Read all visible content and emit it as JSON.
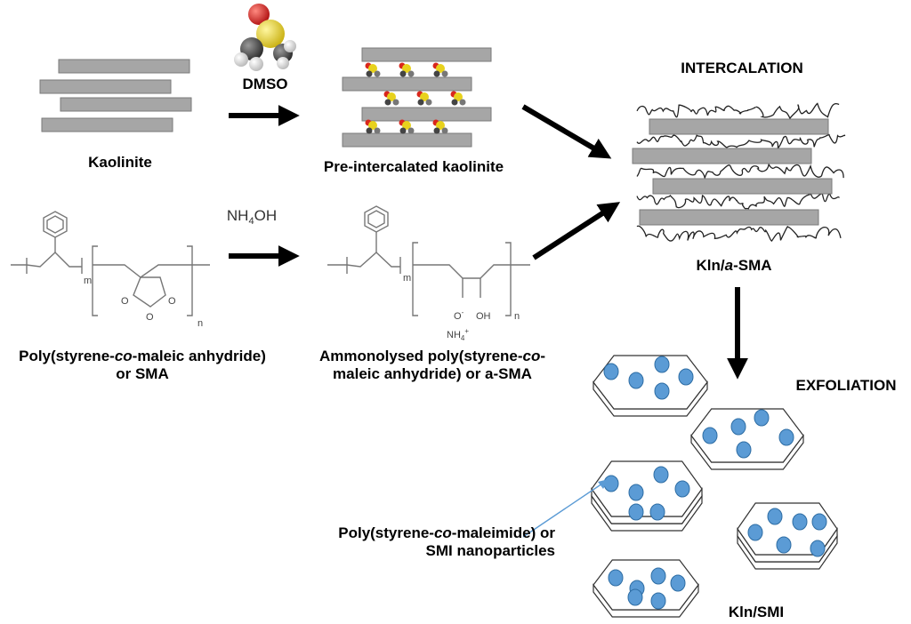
{
  "labels": {
    "dmso": "DMSO",
    "kaolinite": "Kaolinite",
    "pre_intercalated": "Pre-intercalated kaolinite",
    "intercalation": "INTERCALATION",
    "kln_asma_pre": "Kln/",
    "kln_asma_italic": "a",
    "kln_asma_post": "-SMA",
    "nh4oh_pre": "NH",
    "nh4oh_sub": "4",
    "nh4oh_post": "OH",
    "sma_line1_pre": "Poly(styrene-",
    "sma_line1_italic": "co",
    "sma_line1_post": "-maleic anhydride)",
    "sma_line2": "or SMA",
    "asma_line1_pre": "Ammonolysed poly(styrene-",
    "asma_line1_italic": "co",
    "asma_line1_post": "-",
    "asma_line2": "maleic anhydride) or a-SMA",
    "exfoliation": "EXFOLIATION",
    "smi_line1_pre": "Poly(styrene-",
    "smi_line1_italic": "co",
    "smi_line1_post": "-maleimide) or",
    "smi_line2": "SMI nanoparticles",
    "kln_smi": "Kln/SMI"
  },
  "chem_text": {
    "m": "m",
    "n": "n",
    "o": "O",
    "o_minus": "O",
    "minus": "-",
    "oh": "OH",
    "nh4": "NH",
    "nh4_sub": "4",
    "nh4_sup": "+"
  },
  "icons": {
    "dmso_molecule": "dmso-molecule-icon",
    "arrow": "arrow-icon"
  },
  "colors": {
    "sheet": "#a6a6a6",
    "nanoparticle": "#5b9bd5",
    "sulfur": "#e8d21c",
    "oxygen": "#d9261c"
  }
}
